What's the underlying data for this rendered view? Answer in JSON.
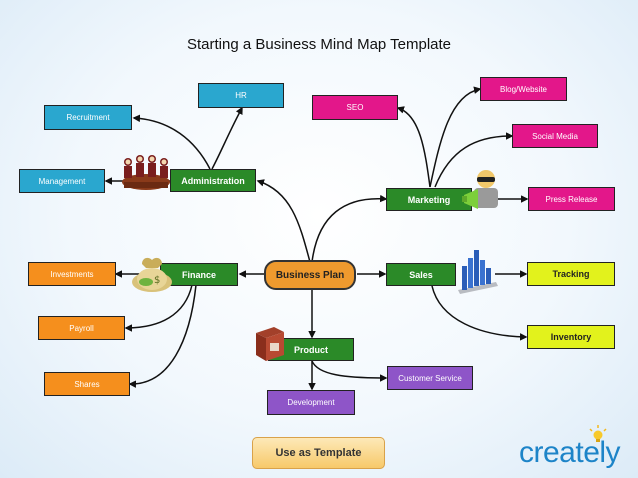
{
  "title": "Starting a Business Mind Map Template",
  "center": "Business Plan",
  "branches": {
    "administration": "Administration",
    "marketing": "Marketing",
    "finance": "Finance",
    "sales": "Sales",
    "product": "Product"
  },
  "leaves": {
    "hr": "HR",
    "recruitment": "Recruitment",
    "management": "Management",
    "seo": "SEO",
    "blog": "Blog/Website",
    "social": "Social Media",
    "press": "Press Release",
    "investments": "Investments",
    "payroll": "Payroll",
    "shares": "Shares",
    "tracking": "Tracking",
    "inventory": "Inventory",
    "customer_service": "Customer Service",
    "development": "Development"
  },
  "button": {
    "label": "Use as Template"
  },
  "brand": {
    "text": "creately"
  },
  "colors": {
    "branch": "#2b8a28",
    "admin_leaf": "#2aa7cf",
    "finance_leaf": "#f58f1d",
    "marketing_leaf": "#e3178a",
    "sales_leaf": "#e2f21c",
    "product_leaf": "#8e55c8",
    "center": "#ef9a2e"
  },
  "icons": [
    "meeting-people-icon",
    "money-bag-icon",
    "product-box-icon",
    "megaphone-person-icon",
    "bar-chart-icon",
    "lightbulb-icon"
  ]
}
